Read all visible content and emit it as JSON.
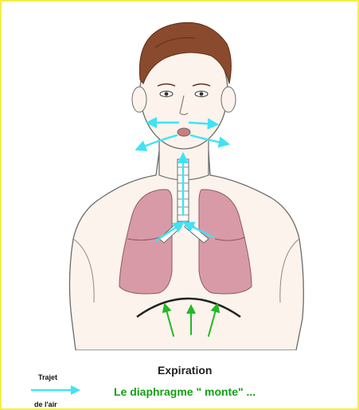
{
  "caption": {
    "title": "Expiration",
    "subtitle": "Le diaphragme \" monte\" ..."
  },
  "legend": {
    "line1": "Trajet",
    "line2": "de l'air",
    "arrow_color": "#3fe3f5"
  },
  "colors": {
    "frame": "#f4ee44",
    "air_path": "#3fe3f5",
    "diaphragm_arrows": "#22b822",
    "lungs": "#d99aa8",
    "skin_outline": "#6b6b6b",
    "hair": "#8a4a2e"
  },
  "icons": {
    "air_arrow": "cyan-arrow-icon",
    "diaphragm_arrow": "green-up-arrow-icon"
  }
}
